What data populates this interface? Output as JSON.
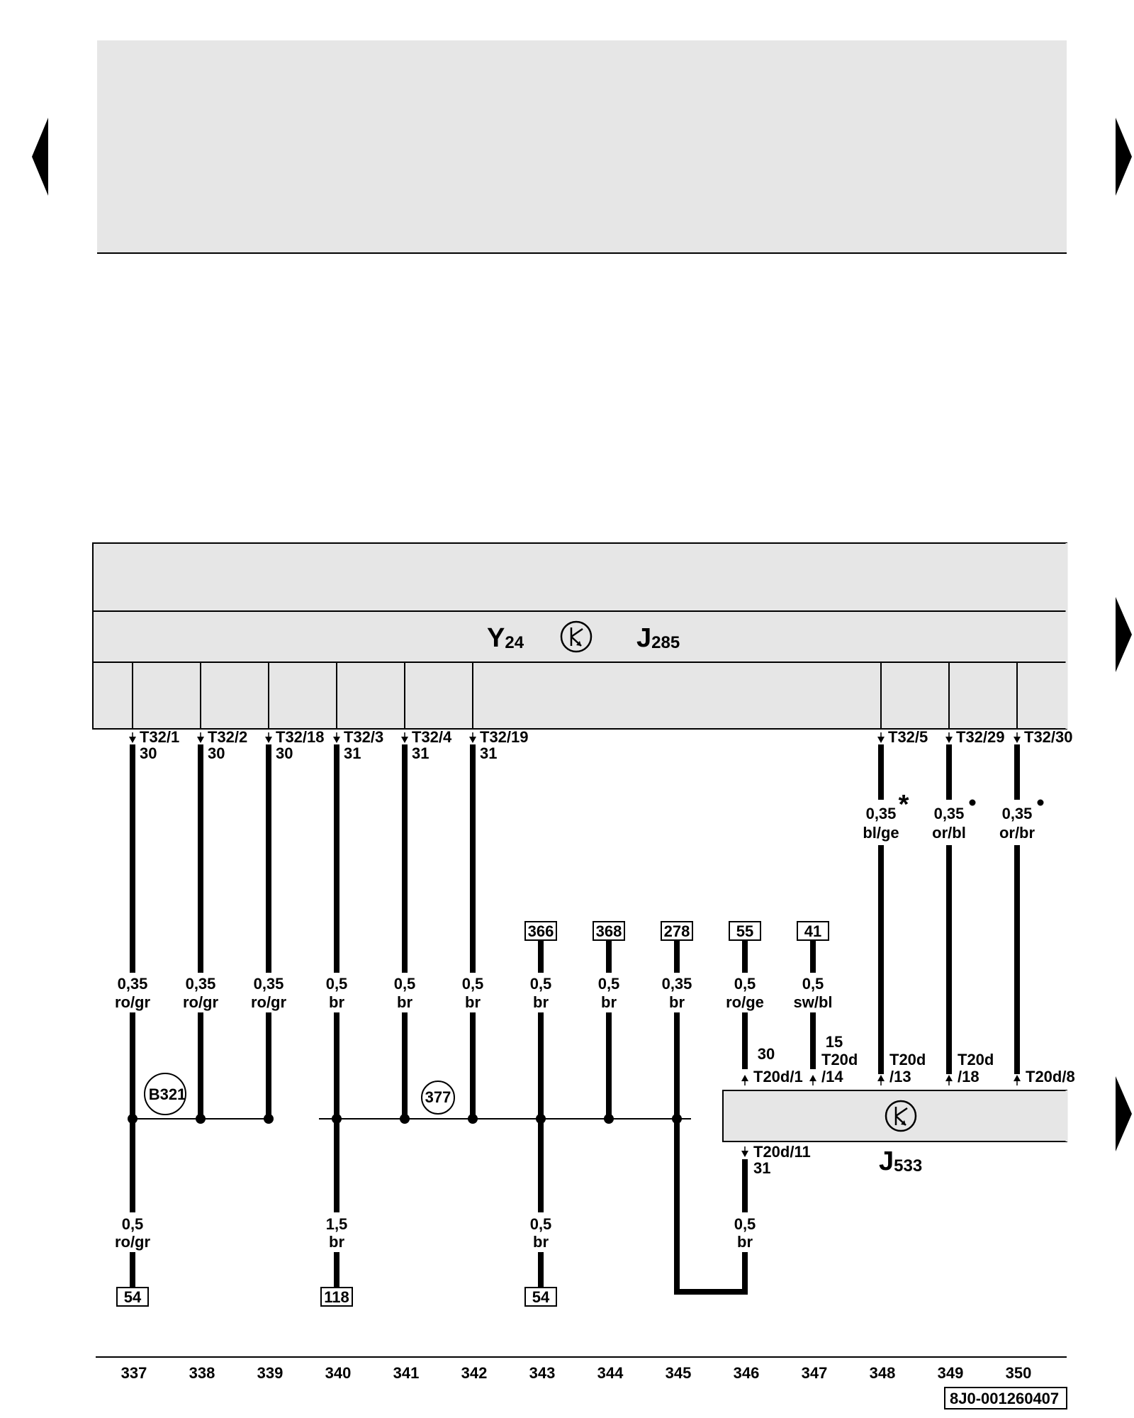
{
  "navigation": {
    "prev_arrow": "triangle-left-icon",
    "next_arrow": "triangle-right-icon"
  },
  "components": {
    "y24": {
      "letter": "Y",
      "index": "24"
    },
    "j285": {
      "letter": "J",
      "index": "285"
    },
    "j533": {
      "letter": "J",
      "index": "533"
    },
    "control_unit_icon": "control-unit-icon"
  },
  "top_connectors": [
    {
      "pin": "T32/1",
      "term": "30"
    },
    {
      "pin": "T32/2",
      "term": "30"
    },
    {
      "pin": "T32/18",
      "term": "30"
    },
    {
      "pin": "T32/3",
      "term": "31"
    },
    {
      "pin": "T32/4",
      "term": "31"
    },
    {
      "pin": "T32/19",
      "term": "31"
    },
    {
      "pin": "T32/5",
      "term": ""
    },
    {
      "pin": "T32/29",
      "term": ""
    },
    {
      "pin": "T32/30",
      "term": ""
    }
  ],
  "upper_wires": [
    {
      "size": "0,35",
      "color": "bl/ge",
      "mark": "*"
    },
    {
      "size": "0,35",
      "color": "or/bl",
      "mark": "•"
    },
    {
      "size": "0,35",
      "color": "or/br",
      "mark": "•"
    }
  ],
  "ref_boxes_top": [
    "366",
    "368",
    "278",
    "55",
    "41"
  ],
  "mid_wires": [
    {
      "size": "0,35",
      "color": "ro/gr"
    },
    {
      "size": "0,35",
      "color": "ro/gr"
    },
    {
      "size": "0,35",
      "color": "ro/gr"
    },
    {
      "size": "0,5",
      "color": "br"
    },
    {
      "size": "0,5",
      "color": "br"
    },
    {
      "size": "0,5",
      "color": "br"
    },
    {
      "size": "0,5",
      "color": "br"
    },
    {
      "size": "0,5",
      "color": "br"
    },
    {
      "size": "0,35",
      "color": "br"
    },
    {
      "size": "0,5",
      "color": "ro/ge"
    },
    {
      "size": "0,5",
      "color": "sw/bl"
    }
  ],
  "j533_pins": [
    {
      "top": "30",
      "pin": "T20d/1"
    },
    {
      "top": "15",
      "pin": "T20d",
      "pin2": "/14"
    },
    {
      "pin": "T20d",
      "pin2": "/13"
    },
    {
      "pin": "T20d",
      "pin2": "/18"
    },
    {
      "pin": "T20d/8"
    }
  ],
  "j533_ground": {
    "pin": "T20d/11",
    "term": "31"
  },
  "splices": [
    "B321",
    "377"
  ],
  "lower_wires": [
    {
      "size": "0,5",
      "color": "ro/gr"
    },
    {
      "size": "1,5",
      "color": "br"
    },
    {
      "size": "0,5",
      "color": "br"
    },
    {
      "size": "0,5",
      "color": "br"
    }
  ],
  "ref_boxes_bottom": [
    "54",
    "118",
    "54"
  ],
  "columns": [
    "337",
    "338",
    "339",
    "340",
    "341",
    "342",
    "343",
    "344",
    "345",
    "346",
    "347",
    "348",
    "349",
    "350"
  ],
  "doc_id": "8J0-001260407"
}
